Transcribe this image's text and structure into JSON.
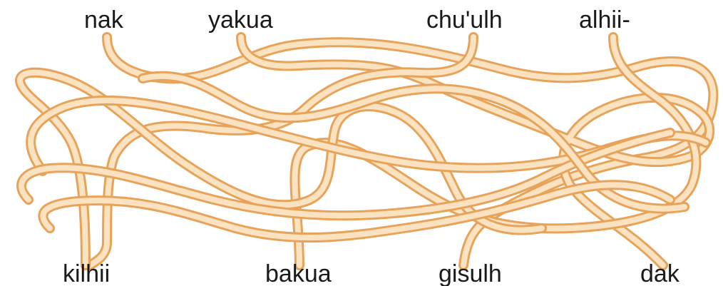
{
  "top_words": [
    {
      "text": "nak"
    },
    {
      "text": "yakua"
    },
    {
      "text": "chu'ulh"
    },
    {
      "text": "alhii-"
    }
  ],
  "bottom_words": [
    {
      "text": "kilhii"
    },
    {
      "text": "bakua"
    },
    {
      "text": "gisulh"
    },
    {
      "text": "dak"
    }
  ],
  "colors": {
    "strand_outline": "#e8a35a",
    "strand_fill": "#fbe3c1",
    "text": "#1a1a1a"
  }
}
